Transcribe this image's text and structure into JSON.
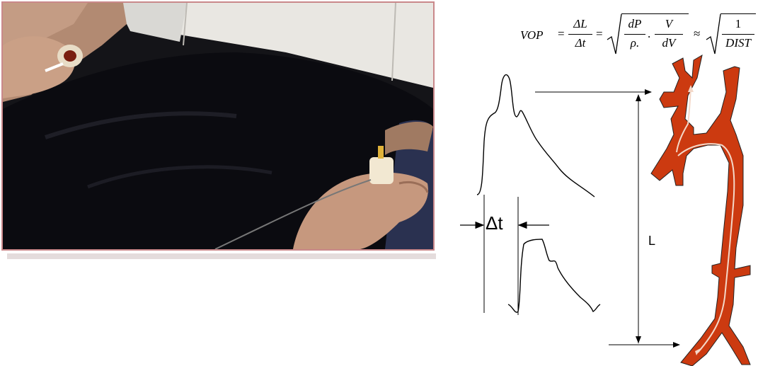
{
  "formula": {
    "lhs": "VOP",
    "eq1": "=",
    "frac1_num": "ΔL",
    "frac1_den": "Δt",
    "eq2": "=",
    "frac2_num": "dP",
    "frac2_den": "ρ.",
    "dot": ".",
    "frac3_num": "V",
    "frac3_den": "dV",
    "approx": "≈",
    "frac4_num": "1",
    "frac4_den": "DIST"
  },
  "labels": {
    "delta_t": "Δt",
    "length": "L"
  },
  "colors": {
    "aorta": "#cc3a10",
    "photo_border": "#c9888a"
  }
}
